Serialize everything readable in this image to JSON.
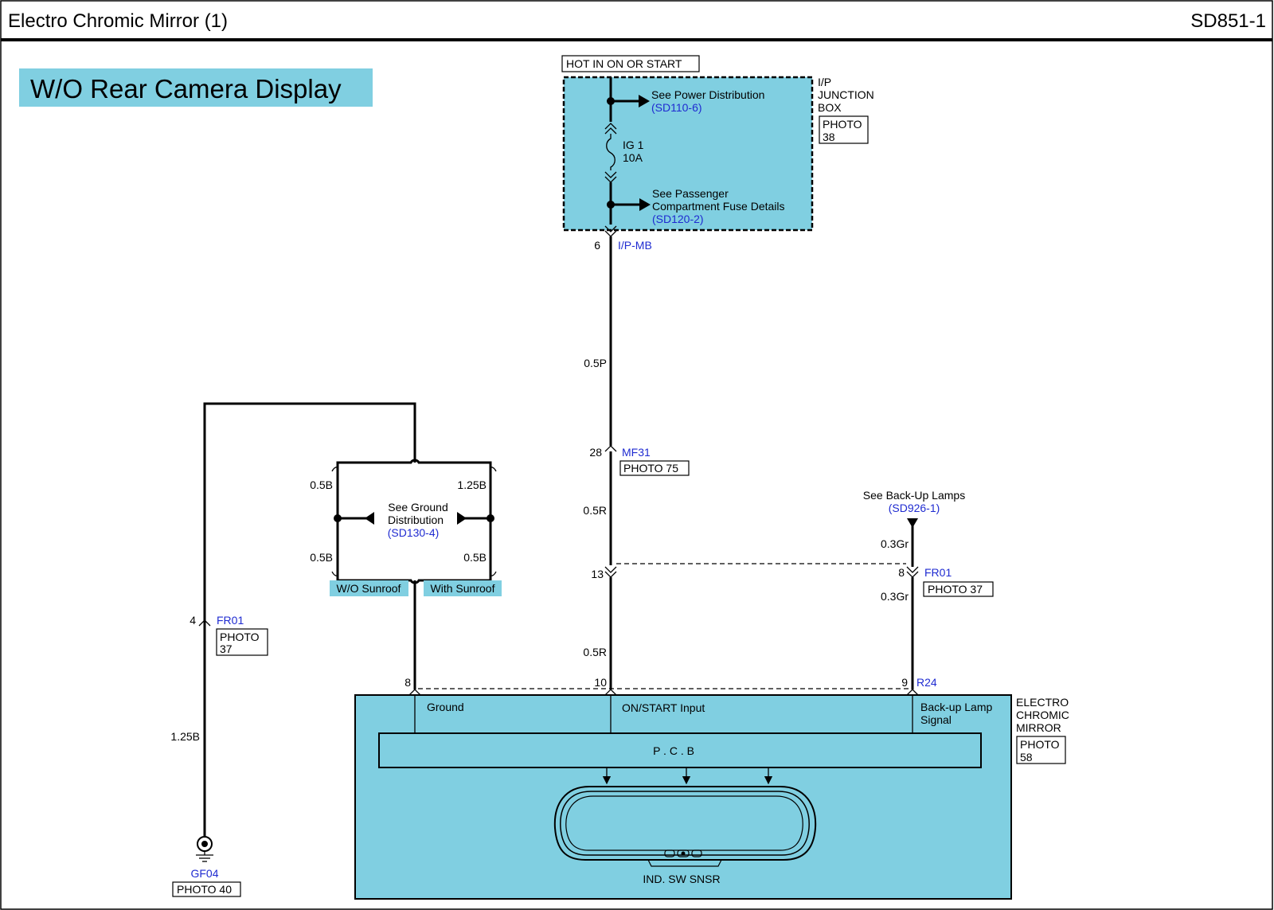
{
  "header": {
    "title": "Electro Chromic Mirror (1)",
    "code": "SD851-1"
  },
  "banner": "W/O Rear Camera Display",
  "junction_box": {
    "hot_label": "HOT IN ON OR START",
    "name_lines": [
      "I/P",
      "JUNCTION",
      "BOX"
    ],
    "photo_lines": [
      "PHOTO",
      "38"
    ],
    "power_dist_text": "See Power Distribution",
    "power_dist_ref": "(SD110-6)",
    "fuse_name": "IG 1",
    "fuse_rating": "10A",
    "pass_fuse_line1": "See Passenger",
    "pass_fuse_line2": "Compartment Fuse Details",
    "pass_fuse_ref": "(SD120-2)",
    "connector_pin": "6",
    "connector_name": "I/P-MB"
  },
  "wires": {
    "center_upper": "0.5P",
    "center_mid": "0.5R",
    "center_lower": "0.5R",
    "left_ground": "1.25B",
    "gnd_left_top": "0.5B",
    "gnd_left_bottom": "0.5B",
    "gnd_right_top": "1.25B",
    "gnd_right_bottom": "0.5B",
    "backup_upper": "0.3Gr",
    "backup_lower": "0.3Gr"
  },
  "connectors": {
    "mf31": {
      "pin": "28",
      "name": "MF31",
      "photo": "PHOTO 75"
    },
    "pin13": "13",
    "fr01_right": {
      "pin": "8",
      "name": "FR01",
      "photo": "PHOTO 37"
    },
    "fr01_left": {
      "pin": "4",
      "name": "FR01",
      "photo_lines": [
        "PHOTO",
        "37"
      ]
    },
    "r24": {
      "pin_left": "8",
      "pin_center": "10",
      "pin_right": "9",
      "name": "R24"
    },
    "gf04": {
      "name": "GF04",
      "photo": "PHOTO 40"
    }
  },
  "ground_dist": {
    "line1": "See Ground",
    "line2": "Distribution",
    "ref": "(SD130-4)"
  },
  "options": {
    "left": "W/O Sunroof",
    "right": "With Sunroof"
  },
  "backup_lamps": {
    "text": "See Back-Up Lamps",
    "ref": "(SD926-1)"
  },
  "mirror": {
    "ground_label": "Ground",
    "input_label": "ON/START Input",
    "backup_label_line1": "Back-up Lamp",
    "backup_label_line2": "Signal",
    "pcb_label": "P . C . B",
    "sensor_label": "IND. SW SNSR",
    "name_lines": [
      "ELECTRO",
      "CHROMIC",
      "MIRROR"
    ],
    "photo_lines": [
      "PHOTO",
      "58"
    ]
  },
  "colors": {
    "fill": "#80cfe1",
    "reference_text": "#1f2bd1",
    "wire": "#000000"
  }
}
